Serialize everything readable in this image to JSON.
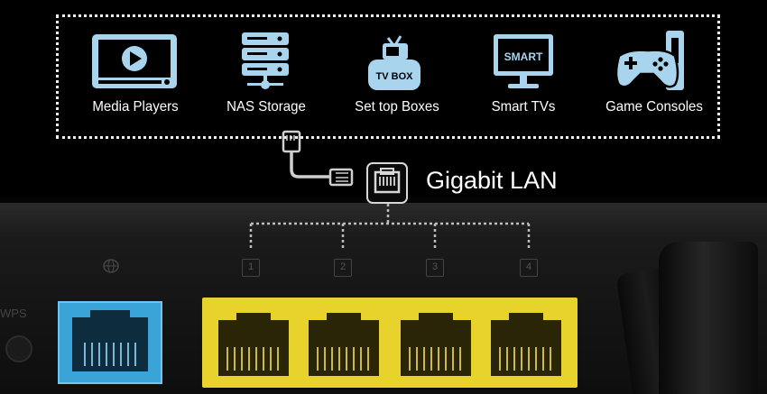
{
  "devices": [
    {
      "label": "Media Players",
      "icon": "media-player-icon"
    },
    {
      "label": "NAS Storage",
      "icon": "nas-storage-icon"
    },
    {
      "label": "Set top Boxes",
      "icon": "set-top-box-icon",
      "icon_text": "TV BOX"
    },
    {
      "label": "Smart TVs",
      "icon": "smart-tv-icon",
      "icon_text": "SMART"
    },
    {
      "label": "Game Consoles",
      "icon": "game-console-icon"
    }
  ],
  "connection": {
    "label": "Gigabit LAN",
    "icon": "ethernet-port-icon"
  },
  "router": {
    "wps_label": "WPS",
    "wan_port_symbol": "globe-icon",
    "lan_ports": [
      "1",
      "2",
      "3",
      "4"
    ],
    "lan_port_color": "#e8d22c",
    "wan_port_color": "#3aa4d8"
  },
  "colors": {
    "icon": "#a9d4ee",
    "background": "#000000",
    "text": "#ffffff"
  }
}
